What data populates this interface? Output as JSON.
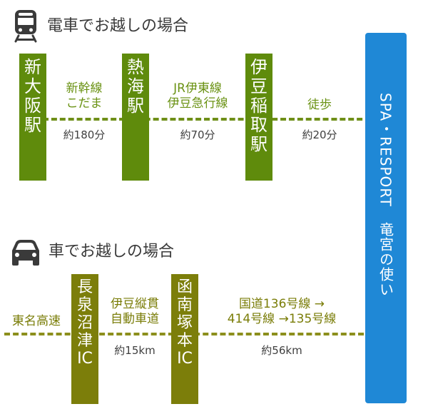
{
  "train": {
    "heading": "電車でお越しの場合",
    "stations": [
      "新大阪駅",
      "熱海駅",
      "伊豆稲取駅"
    ],
    "segments": [
      {
        "route": [
          "新幹線",
          "こだま"
        ],
        "time": "約180分"
      },
      {
        "route": [
          "JR伊東線",
          "伊豆急行線"
        ],
        "time": "約70分"
      },
      {
        "route": [
          "徒歩"
        ],
        "time": "約20分"
      }
    ]
  },
  "car": {
    "heading": "車でお越しの場合",
    "start": "東名高速",
    "interchanges": [
      "長泉沼津IC",
      "函南塚本IC"
    ],
    "segments": [
      {
        "route": [
          "伊豆縦貫",
          "自動車道"
        ],
        "time": "約15km"
      },
      {
        "route": [
          "国道136号線 →",
          "414号線 →135号線"
        ],
        "time": "約56km"
      }
    ]
  },
  "destination": "SPA・RESPORT　竜宮の使い",
  "icons": {
    "train": "train-icon",
    "car": "car-icon"
  },
  "colors": {
    "rail_station": "#5f8b0c",
    "road_station": "#7c7e0a",
    "destination": "#1f88d6"
  }
}
